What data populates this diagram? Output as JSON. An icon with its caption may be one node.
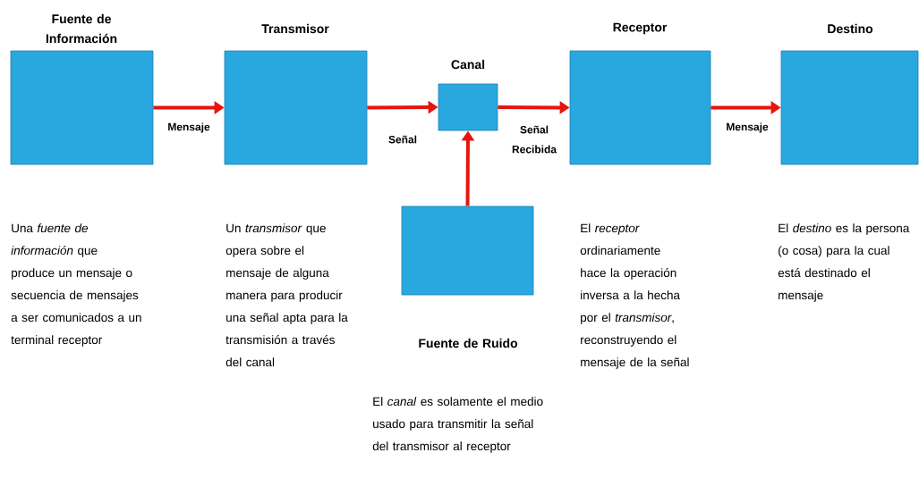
{
  "diagram": {
    "nodes": [
      {
        "text": [
          "Fuente de Información"
        ]
      },
      {
        "text": [
          "Transmisor"
        ]
      },
      {
        "text": [
          "Canal"
        ]
      },
      {
        "text": [
          "Receptor"
        ]
      },
      {
        "text": [
          "Destino"
        ]
      },
      {
        "text": [
          "Fuente de Ruido"
        ]
      }
    ],
    "edges": [
      {
        "from": 0,
        "to": 1,
        "arrow": "to",
        "label": "Mensaje"
      },
      {
        "from": 1,
        "to": 2,
        "arrow": "to",
        "label": "Señal"
      },
      {
        "from": 2,
        "to": 3,
        "arrow": "to",
        "label": "Señal Recibida"
      },
      {
        "from": 3,
        "to": 4,
        "arrow": "to",
        "label": "Mensaje"
      },
      {
        "from": 5,
        "to": 2,
        "arrow": "to"
      }
    ],
    "labels": [
      "Una *fuente de información* que produce un mensaje o secuencia de mensajes a ser comunicados a un terminal receptor",
      "Un *transmisor* que opera sobre el mensaje de alguna manera para producir una señal apta para la transmisión a través del canal",
      "El *receptor* ordinariamente hace la operación inversa a la hecha por el *transmisor*, reconstruyendo el mensaje de la señal",
      "El *destino* es la persona (o cosa) para la cual está destinado el mensaje",
      "El *canal* es solamente el medio usado para transmitir la señal del transmisor al receptor"
    ]
  }
}
